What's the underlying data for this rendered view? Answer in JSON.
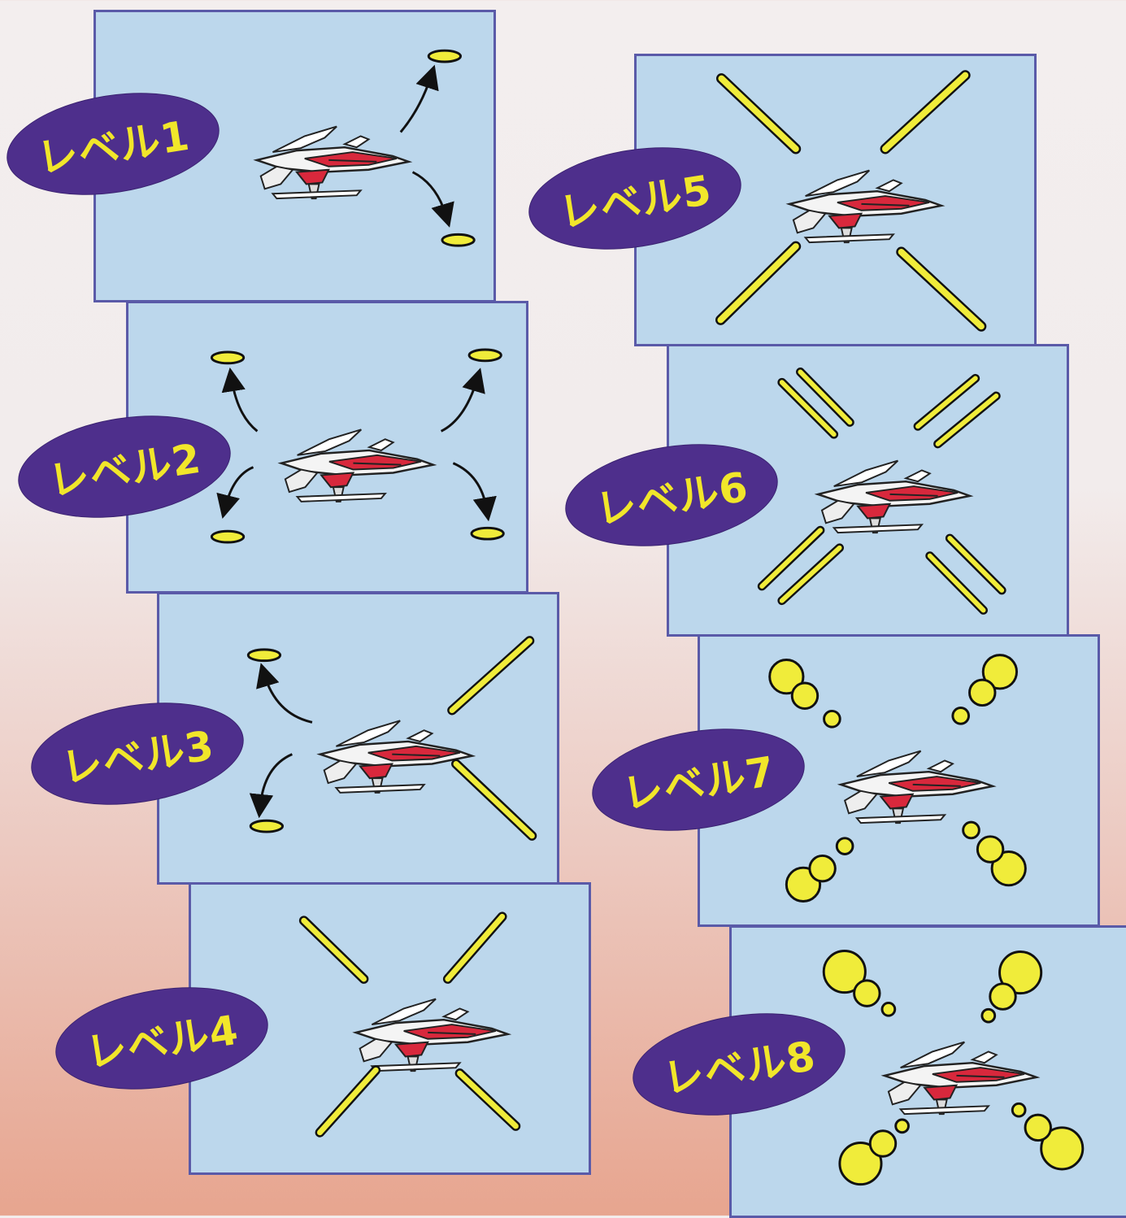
{
  "levels": [
    {
      "label": "レベル1",
      "pattern": "two-way-arrows"
    },
    {
      "label": "レベル2",
      "pattern": "four-way-arrows"
    },
    {
      "label": "レベル3",
      "pattern": "back-arrows-front-lasers"
    },
    {
      "label": "レベル4",
      "pattern": "x-lasers"
    },
    {
      "label": "レベル5",
      "pattern": "x-long-lasers"
    },
    {
      "label": "レベル6",
      "pattern": "x-double-lasers"
    },
    {
      "label": "レベル7",
      "pattern": "x-orbs"
    },
    {
      "label": "レベル8",
      "pattern": "x-large-orbs"
    }
  ],
  "colors": {
    "panel": "#bcd7ec",
    "panel_border": "#5a5aa8",
    "badge": "#4e2f8c",
    "badge_text": "#f1e62a",
    "shot": "#f0ec3a",
    "ship_red": "#d8283c"
  }
}
